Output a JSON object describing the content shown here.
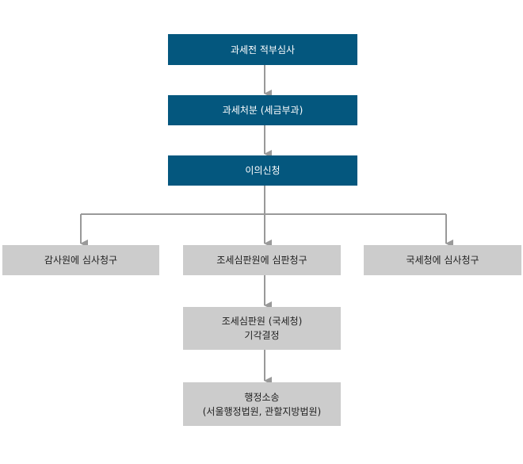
{
  "colors": {
    "primary_box": "#04577e",
    "secondary_box": "#cccccc",
    "connector": "#999999"
  },
  "steps": {
    "tax_review": "과세전 적부심사",
    "tax_disposition": "과세처분 (세금부과)",
    "objection": "이의신청",
    "audit_board": "감사원에 심사청구",
    "tax_tribunal": "조세심판원에 심판청구",
    "nts_review": "국세청에 심사청구",
    "dismissal_line1": "조세심판원 (국세청)",
    "dismissal_line2": "기각결정",
    "admin_line1": "행정소송",
    "admin_line2": "(서울행정법원, 관할지방법원)"
  }
}
